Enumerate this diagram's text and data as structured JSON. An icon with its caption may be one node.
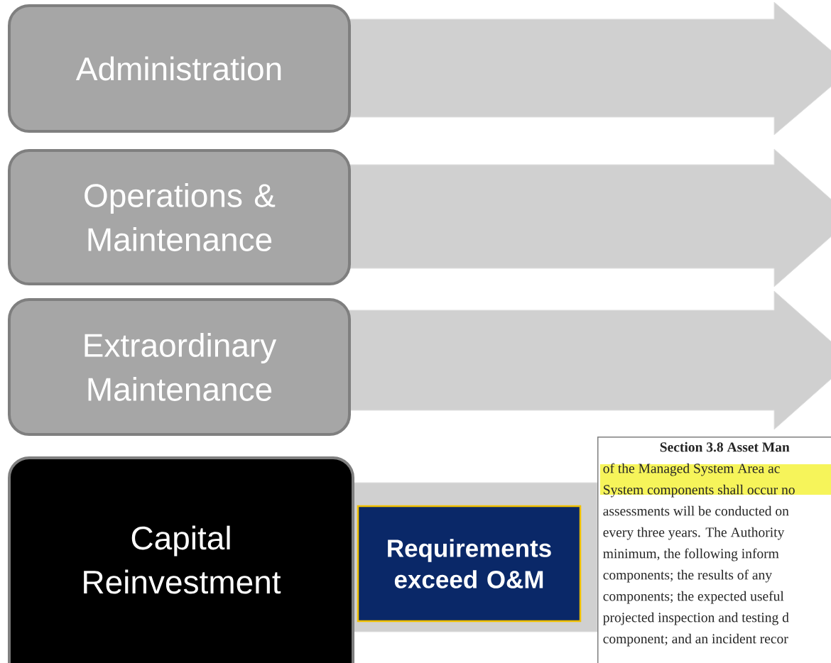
{
  "diagram": {
    "nodes": [
      {
        "text": [
          "Administration"
        ]
      },
      {
        "text": [
          "Operations & Maintenance"
        ]
      },
      {
        "text": [
          "Extraordinary Maintenance"
        ]
      },
      {
        "text": [
          "Capital Reinvestment"
        ]
      },
      {
        "text": [
          "Requirements exceed O&M"
        ]
      },
      {
        "text": [
          "Section 3.8 Asset Man",
          "of the Managed System Area ac",
          "System components shall occur no",
          "assessments will be conducted on",
          "every three years. The Authority",
          "minimum, the following inform",
          "components; the results of any",
          "components; the expected useful",
          "projected inspection and testing d",
          "component; and an incident recor"
        ]
      }
    ],
    "edges": [
      {
        "from": 0,
        "to": null,
        "arrow": "to"
      },
      {
        "from": 1,
        "to": null,
        "arrow": "to"
      },
      {
        "from": 2,
        "to": null,
        "arrow": "to"
      },
      {
        "from": 3,
        "to": 5,
        "arrow": "none"
      }
    ]
  }
}
